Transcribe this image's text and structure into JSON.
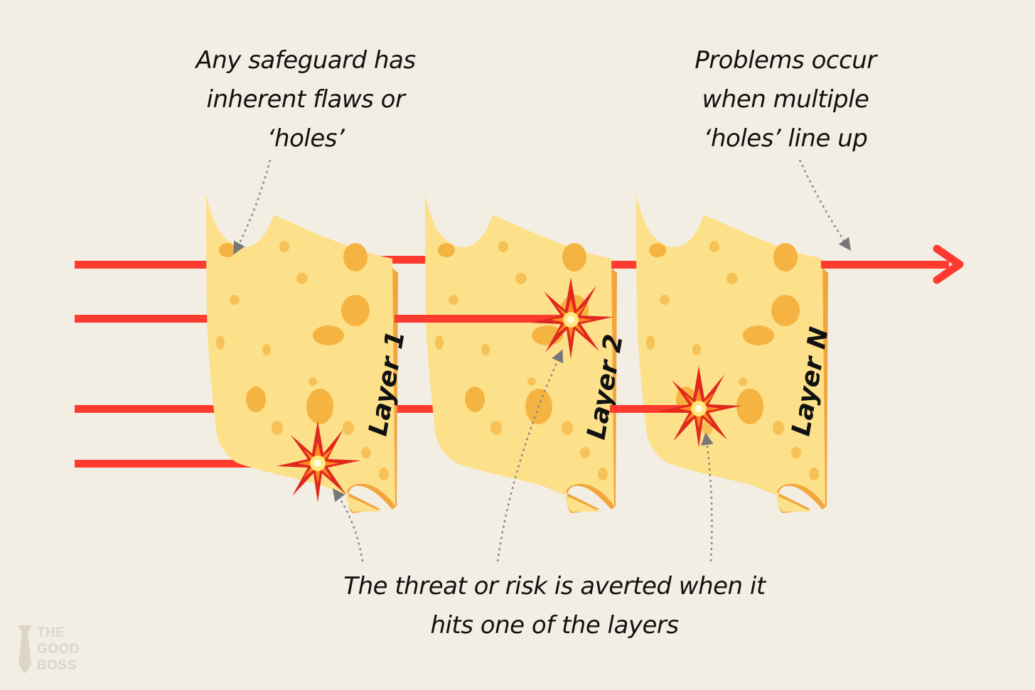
{
  "annotations": {
    "holes": [
      "Any safeguard has",
      "inherent flaws or",
      "‘holes’"
    ],
    "problems": [
      "Problems occur",
      "when multiple",
      "‘holes’ line up"
    ],
    "averted": [
      "The threat or risk is averted when it",
      "hits one of the layers"
    ]
  },
  "layers": [
    {
      "label": "Layer 1"
    },
    {
      "label": "Layer 2"
    },
    {
      "label": "Layer N"
    }
  ],
  "logo": {
    "lines": [
      "THE",
      "GOOD",
      "BOSS"
    ]
  },
  "colors": {
    "background": "#f3eee4",
    "cheese": "#fde08a",
    "cheese_edge": "#f2a53a",
    "hole": "#f5b341",
    "threat_line": "#ff3b30",
    "burst": "#e0281e",
    "burst_core": "#ffe97a",
    "pointer": "#888888",
    "logo": "#dcd5c8"
  }
}
